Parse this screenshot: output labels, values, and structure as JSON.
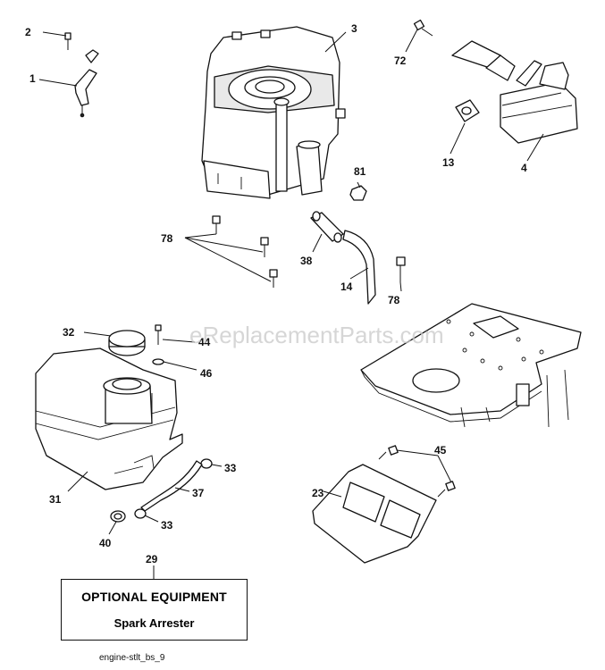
{
  "watermark": "eReplacementParts.com",
  "callouts": {
    "n1": "1",
    "n2": "2",
    "n3": "3",
    "n72": "72",
    "n13": "13",
    "n4": "4",
    "n81": "81",
    "n78a": "78",
    "n38": "38",
    "n14": "14",
    "n78b": "78",
    "n32": "32",
    "n44": "44",
    "n46": "46",
    "n31": "31",
    "n33a": "33",
    "n37": "37",
    "n40": "40",
    "n33b": "33",
    "n45": "45",
    "n23": "23",
    "n29": "29"
  },
  "optional_equipment": {
    "title": "OPTIONAL EQUIPMENT",
    "item": "Spark Arrester"
  },
  "footer_code": "engine-stlt_bs_9"
}
